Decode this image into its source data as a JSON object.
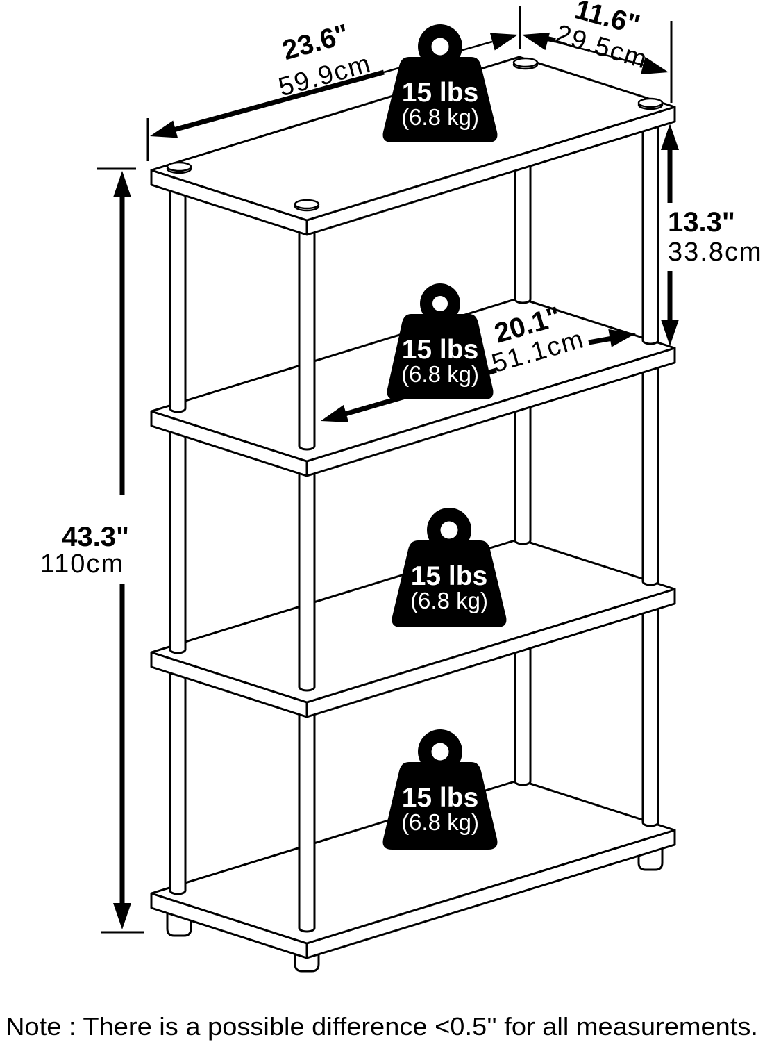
{
  "diagram": {
    "type": "furniture-dimension-diagram",
    "subject": "4-tier open shelf rack with corner tube posts",
    "colors": {
      "line": "#000000",
      "background": "#ffffff",
      "icon": "#000000",
      "icon_text": "#ffffff"
    },
    "dimensions": {
      "width": {
        "inches": "23.6\"",
        "cm": "59.9cm"
      },
      "depth": {
        "inches": "11.6\"",
        "cm": "29.5cm"
      },
      "tier_height": {
        "inches": "13.3\"",
        "cm": "33.8cm"
      },
      "inner_width": {
        "inches": "20.1\"",
        "cm": "51.1cm"
      },
      "total_height": {
        "inches": "43.3\"",
        "cm": "110cm"
      }
    },
    "shelves": [
      {
        "capacity_lbs": "15 lbs",
        "capacity_kg": "(6.8 kg)"
      },
      {
        "capacity_lbs": "15 lbs",
        "capacity_kg": "(6.8 kg)"
      },
      {
        "capacity_lbs": "15 lbs",
        "capacity_kg": "(6.8 kg)"
      },
      {
        "capacity_lbs": "15 lbs",
        "capacity_kg": "(6.8 kg)"
      }
    ],
    "note": "Note : There is a possible difference <0.5'' for all measurements."
  }
}
